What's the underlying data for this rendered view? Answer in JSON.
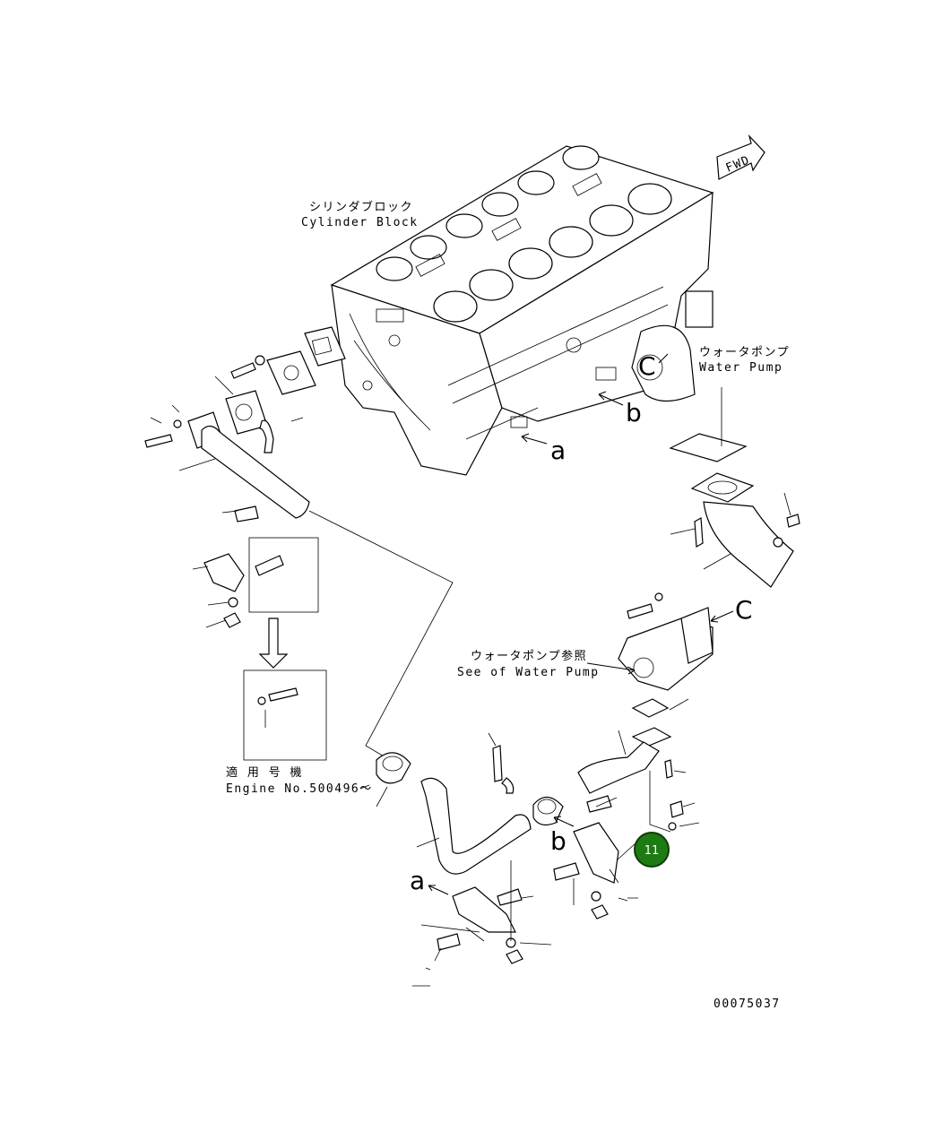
{
  "labels": {
    "cylinder_block_jp": "シリンダブロック",
    "cylinder_block_en": "Cylinder Block",
    "water_pump_jp": "ウォータポンプ",
    "water_pump_en": "Water Pump",
    "see_water_pump_jp": "ウォータポンプ参照",
    "see_water_pump_en": "See of Water Pump",
    "engine_serial_jp": "適 用 号 機",
    "engine_serial_en": "Engine No.500496〜",
    "fwd": "FWD",
    "drawing_number": "00075037"
  },
  "refs": {
    "a_upper": "a",
    "b_upper": "b",
    "c_upper": "C",
    "c_right": "C",
    "b_lower": "b",
    "a_lower": "a"
  },
  "callout": {
    "number": "11",
    "color": "#1e7a12",
    "border_color": "#0f3d09",
    "text_color": "#ffffff"
  }
}
